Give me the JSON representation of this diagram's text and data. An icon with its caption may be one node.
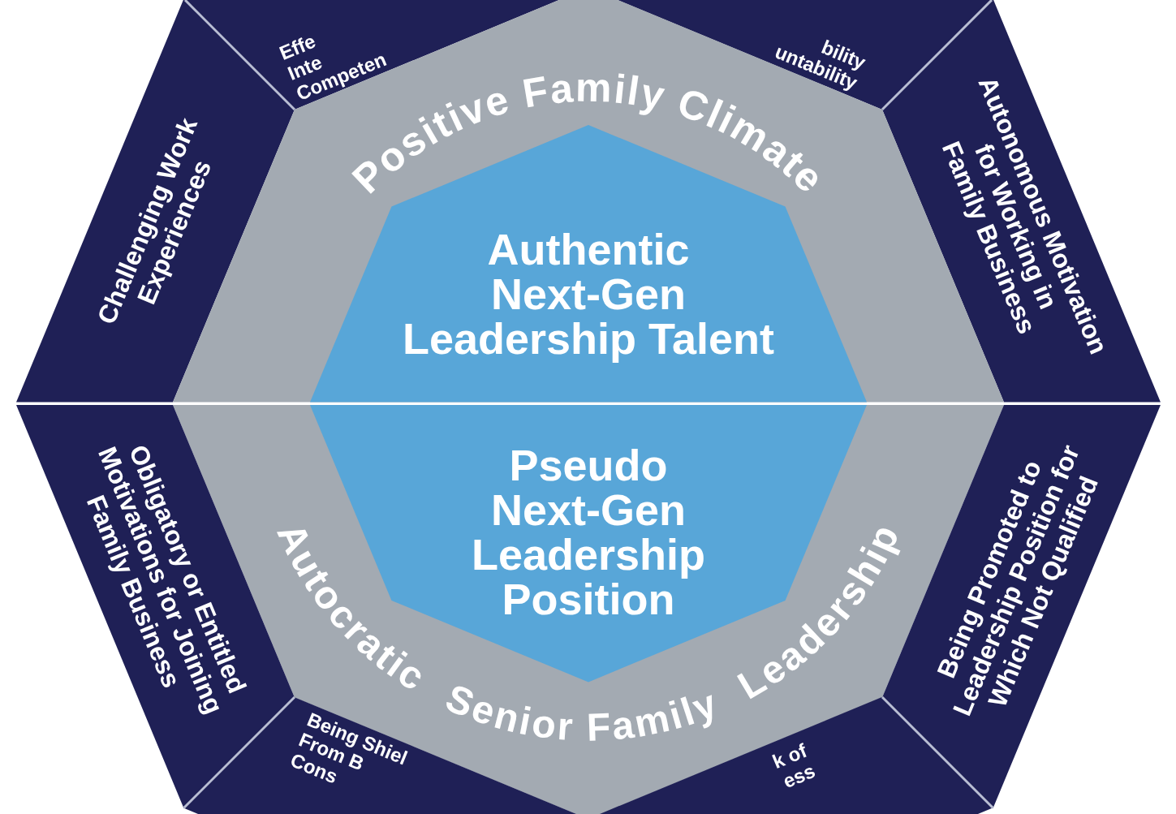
{
  "diagram": {
    "nodes": [
      {
        "text": [
          "Effe Inte Competen"
        ]
      },
      {
        "text": [
          "bility untability"
        ]
      },
      {
        "text": [
          "Challenging Work Experiences"
        ]
      },
      {
        "text": [
          "Autonomous Motivation for Working in Family Business"
        ]
      },
      {
        "text": [
          "Positive Family Climate"
        ]
      },
      {
        "text": [
          "Authentic Next-Gen Leadership Talent"
        ],
        "in": 4
      },
      {
        "text": [
          "Autocratic Senior Family Leadership"
        ]
      },
      {
        "text": [
          "Pseudo Next-Gen Leadership Position"
        ],
        "in": 6
      },
      {
        "text": [
          "Obligatory or Entitled Motivations for Joining Family Business"
        ]
      },
      {
        "text": [
          "Being Promoted to Leadership Position for Which Not Qualified"
        ]
      },
      {
        "text": [
          "Being Shiel From B Cons"
        ]
      },
      {
        "text": [
          "k of ess"
        ]
      }
    ]
  }
}
